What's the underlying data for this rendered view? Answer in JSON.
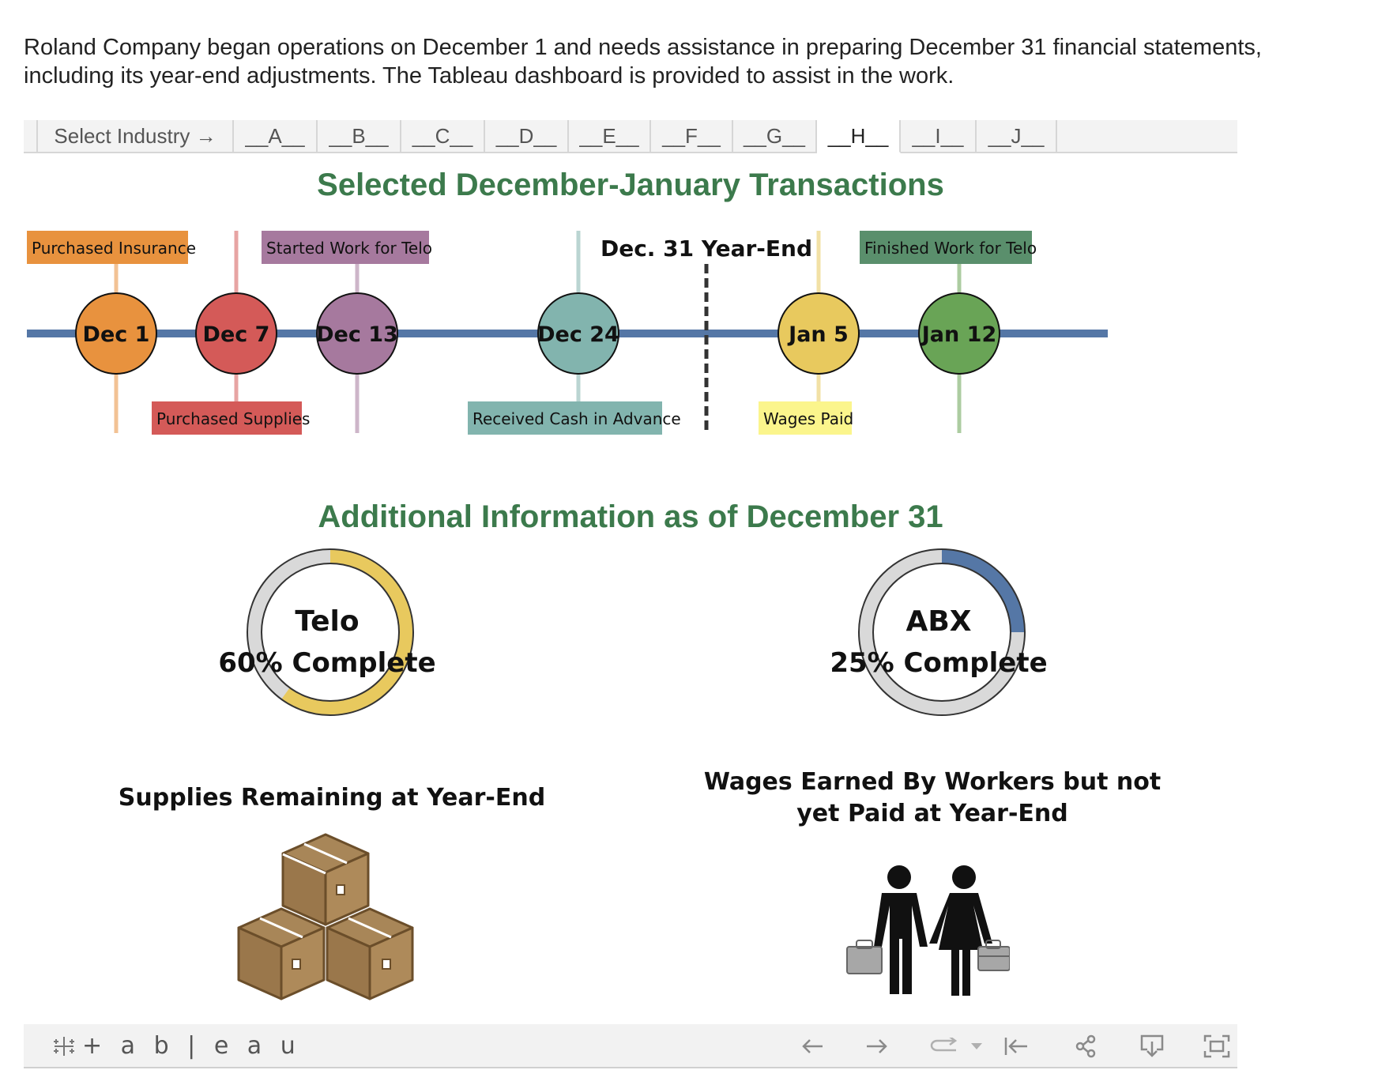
{
  "intro": {
    "line1": "Roland Company began operations on December 1 and needs assistance in preparing December 31 financial statements,",
    "line2": "including its year-end adjustments. The Tableau dashboard is provided to assist in the work."
  },
  "tabs": {
    "select_label": "Select Industry →",
    "items": [
      "__A__",
      "__B__",
      "__C__",
      "__D__",
      "__E__",
      "__F__",
      "__G__",
      "__H__",
      "__I__",
      "__J__"
    ],
    "active_index": 7
  },
  "timeline": {
    "title": "Selected December-January Transactions",
    "year_end_label": "Dec. 31 Year-End",
    "events": [
      {
        "date": "Dec  1",
        "label": "Purchased Insurance",
        "color": "#e8923e",
        "label_color": "#e8923e",
        "label_pos": "above"
      },
      {
        "date": "Dec  7",
        "label": "Purchased Supplies",
        "color": "#d45a58",
        "label_color": "#d45a58",
        "label_pos": "below"
      },
      {
        "date": "Dec  13",
        "label": "Started Work for Telo",
        "color": "#a6799e",
        "label_color": "#a6799e",
        "label_pos": "above"
      },
      {
        "date": "Dec  24",
        "label": "Received Cash in Advance",
        "color": "#82b4ae",
        "label_color": "#82b4ae",
        "label_pos": "below"
      },
      {
        "date": "Jan  5",
        "label": "Wages Paid",
        "color": "#e8c95e",
        "label_color": "#fbf58c",
        "label_pos": "below"
      },
      {
        "date": "Jan  12",
        "label": "Finished Work for Telo",
        "color": "#69a456",
        "label_color": "#5a8f6c",
        "label_pos": "above"
      }
    ],
    "line_color": "#5577a6"
  },
  "additional": {
    "title": "Additional Information as of December 31",
    "donuts": [
      {
        "name": "Telo",
        "caption": "60% Complete",
        "percent": 60,
        "color": "#e8c95e"
      },
      {
        "name": "ABX",
        "caption": "25% Complete",
        "percent": 25,
        "color": "#5577a6"
      }
    ],
    "supplies_label": "Supplies Remaining at Year-End",
    "wages_label": "Wages Earned By Workers but not yet Paid at Year-End"
  },
  "icons": {
    "supplies": "boxes-icon",
    "workers": "workers-icon"
  },
  "footer": {
    "logo_text": "+ a b | e a u",
    "buttons": [
      "undo-icon",
      "redo-icon",
      "revert-icon",
      "revert-dropdown-icon",
      "reset-icon",
      "share-icon",
      "download-icon",
      "fullscreen-icon"
    ]
  }
}
